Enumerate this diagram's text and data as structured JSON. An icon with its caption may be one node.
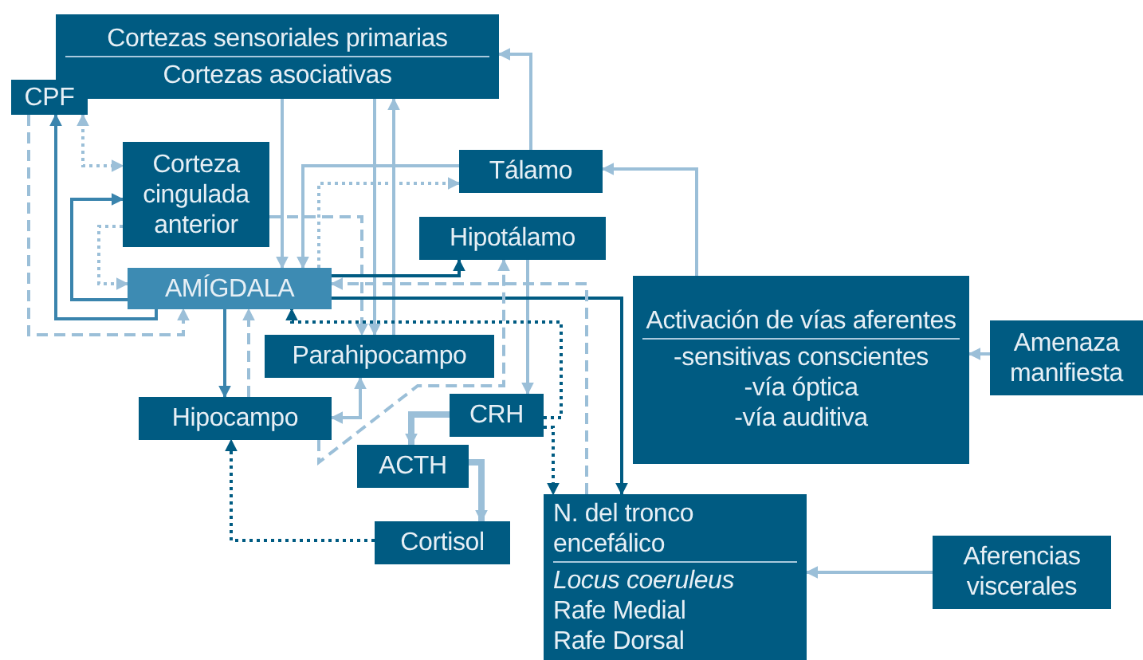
{
  "diagram": {
    "nodes": [
      {
        "text": [
          "Cortezas sensoriales primarias",
          "Cortezas asociativas"
        ]
      },
      {
        "text": [
          "CPF"
        ]
      },
      {
        "text": [
          "Corteza cingulada anterior"
        ]
      },
      {
        "text": [
          "Tálamo"
        ]
      },
      {
        "text": [
          "Hipotálamo"
        ]
      },
      {
        "text": [
          "AMÍGDALA"
        ]
      },
      {
        "text": [
          "Activación de vías aferentes",
          "-sensitivas conscientes",
          "-vía óptica",
          "-vía auditiva"
        ]
      },
      {
        "text": [
          "Amenaza manifiesta"
        ]
      },
      {
        "text": [
          "Parahipocampo"
        ]
      },
      {
        "text": [
          "Hipocampo"
        ]
      },
      {
        "text": [
          "CRH"
        ]
      },
      {
        "text": [
          "ACTH"
        ]
      },
      {
        "text": [
          "Cortisol"
        ]
      },
      {
        "text": [
          "N. del tronco encefálico",
          "Locus coeruleus",
          "Rafe Medial",
          "Rafe Dorsal"
        ]
      },
      {
        "text": [
          "Aferencias viscerales"
        ]
      }
    ],
    "edges": [
      {
        "from": 7,
        "to": 6,
        "arrow": "to"
      },
      {
        "from": 6,
        "to": 3,
        "arrow": "to"
      },
      {
        "from": 3,
        "to": 0,
        "arrow": "to"
      },
      {
        "from": 14,
        "to": 13,
        "arrow": "to"
      },
      {
        "from": 0,
        "to": 5,
        "arrow": "to"
      },
      {
        "from": 0,
        "to": 8,
        "arrow": "to"
      },
      {
        "from": 8,
        "to": 0,
        "arrow": "to"
      },
      {
        "from": 3,
        "to": 5,
        "arrow": "to"
      },
      {
        "from": 5,
        "to": 3,
        "arrow": "to",
        "style": "dashed"
      },
      {
        "from": 1,
        "to": 2,
        "arrow": "both",
        "style": "dashed"
      },
      {
        "from": 5,
        "to": 2,
        "arrow": "to",
        "color": "#3a84ad"
      },
      {
        "from": 5,
        "to": 1,
        "arrow": "to",
        "color": "#3a84ad"
      },
      {
        "from": 2,
        "to": 5,
        "arrow": "to",
        "style": "dashed"
      },
      {
        "from": 2,
        "to": 8,
        "arrow": "to",
        "style": "dashed"
      },
      {
        "from": 1,
        "to": 5,
        "arrow": "to",
        "style": "dashed"
      },
      {
        "from": 5,
        "to": 4,
        "arrow": "to",
        "color": "#005b82"
      },
      {
        "from": 4,
        "to": 10,
        "arrow": "to"
      },
      {
        "from": 5,
        "to": 13,
        "arrow": "to",
        "color": "#005b82"
      },
      {
        "from": 10,
        "to": 5,
        "arrow": "to",
        "style": "dashed",
        "color": "#005b82"
      },
      {
        "from": 10,
        "to": 13,
        "arrow": "to",
        "style": "dashed",
        "color": "#005b82"
      },
      {
        "from": 13,
        "to": 5,
        "arrow": "to",
        "style": "dashed"
      },
      {
        "from": 9,
        "to": 4,
        "arrow": "to",
        "style": "dashed"
      },
      {
        "from": 5,
        "to": 9,
        "arrow": "to",
        "color": "#3a84ad"
      },
      {
        "from": 9,
        "to": 5,
        "arrow": "to",
        "style": "dashed"
      },
      {
        "from": 8,
        "to": 9,
        "arrow": "both"
      },
      {
        "from": 10,
        "to": 11,
        "arrow": "to",
        "style": "thick"
      },
      {
        "from": 11,
        "to": 12,
        "arrow": "to",
        "style": "thick"
      },
      {
        "from": 12,
        "to": 9,
        "arrow": "to",
        "style": "dashed",
        "color": "#005b82"
      }
    ]
  }
}
